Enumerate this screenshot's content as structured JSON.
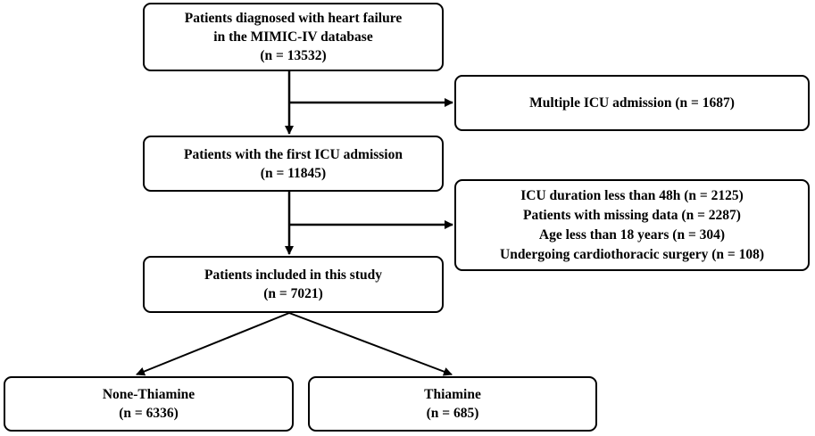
{
  "diagram": {
    "start": {
      "line1": "Patients diagnosed with heart failure",
      "line2": "in the MIMIC-IV database",
      "line3": "(n = 13532)"
    },
    "exclusion_1": {
      "line1": "Multiple ICU admission (n = 1687)"
    },
    "first_icu": {
      "line1": "Patients with the first ICU admission",
      "line2": "(n = 11845)"
    },
    "exclusion_2": {
      "line1": "ICU duration less than 48h (n = 2125)",
      "line2": "Patients with missing data (n = 2287)",
      "line3": "Age less than 18 years (n = 304)",
      "line4": "Undergoing cardiothoracic surgery (n = 108)"
    },
    "included": {
      "line1": "Patients included in this study",
      "line2": "(n = 7021)"
    },
    "none_thiamine": {
      "line1": "None-Thiamine",
      "line2": "(n = 6336)"
    },
    "thiamine": {
      "line1": "Thiamine",
      "line2": "(n = 685)"
    }
  }
}
